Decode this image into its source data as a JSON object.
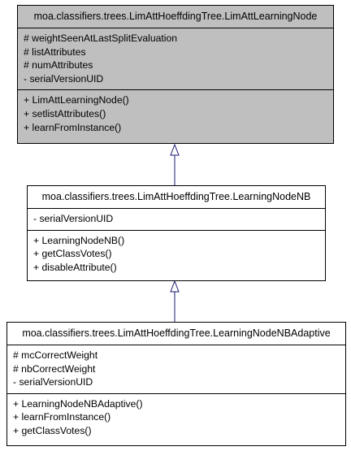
{
  "classes": [
    {
      "name": "moa.classifiers.trees.LimAttHoeffdingTree.LimAttLearningNode",
      "attributes": [
        "# weightSeenAtLastSplitEvaluation",
        "# listAttributes",
        "# numAttributes",
        "- serialVersionUID"
      ],
      "methods": [
        "+ LimAttLearningNode()",
        "+ setlistAttributes()",
        "+ learnFromInstance()"
      ]
    },
    {
      "name": "moa.classifiers.trees.LimAttHoeffdingTree.LearningNodeNB",
      "attributes": [
        "- serialVersionUID"
      ],
      "methods": [
        "+ LearningNodeNB()",
        "+ getClassVotes()",
        "+ disableAttribute()"
      ]
    },
    {
      "name": "moa.classifiers.trees.LimAttHoeffdingTree.LearningNodeNBAdaptive",
      "attributes": [
        "# mcCorrectWeight",
        "# nbCorrectWeight",
        "- serialVersionUID"
      ],
      "methods": [
        "+ LearningNodeNBAdaptive()",
        "+ learnFromInstance()",
        "+ getClassVotes()"
      ]
    }
  ],
  "colors": {
    "highlighted_fill": "#bfbfbf",
    "edge": "#191970",
    "border": "#000000"
  }
}
